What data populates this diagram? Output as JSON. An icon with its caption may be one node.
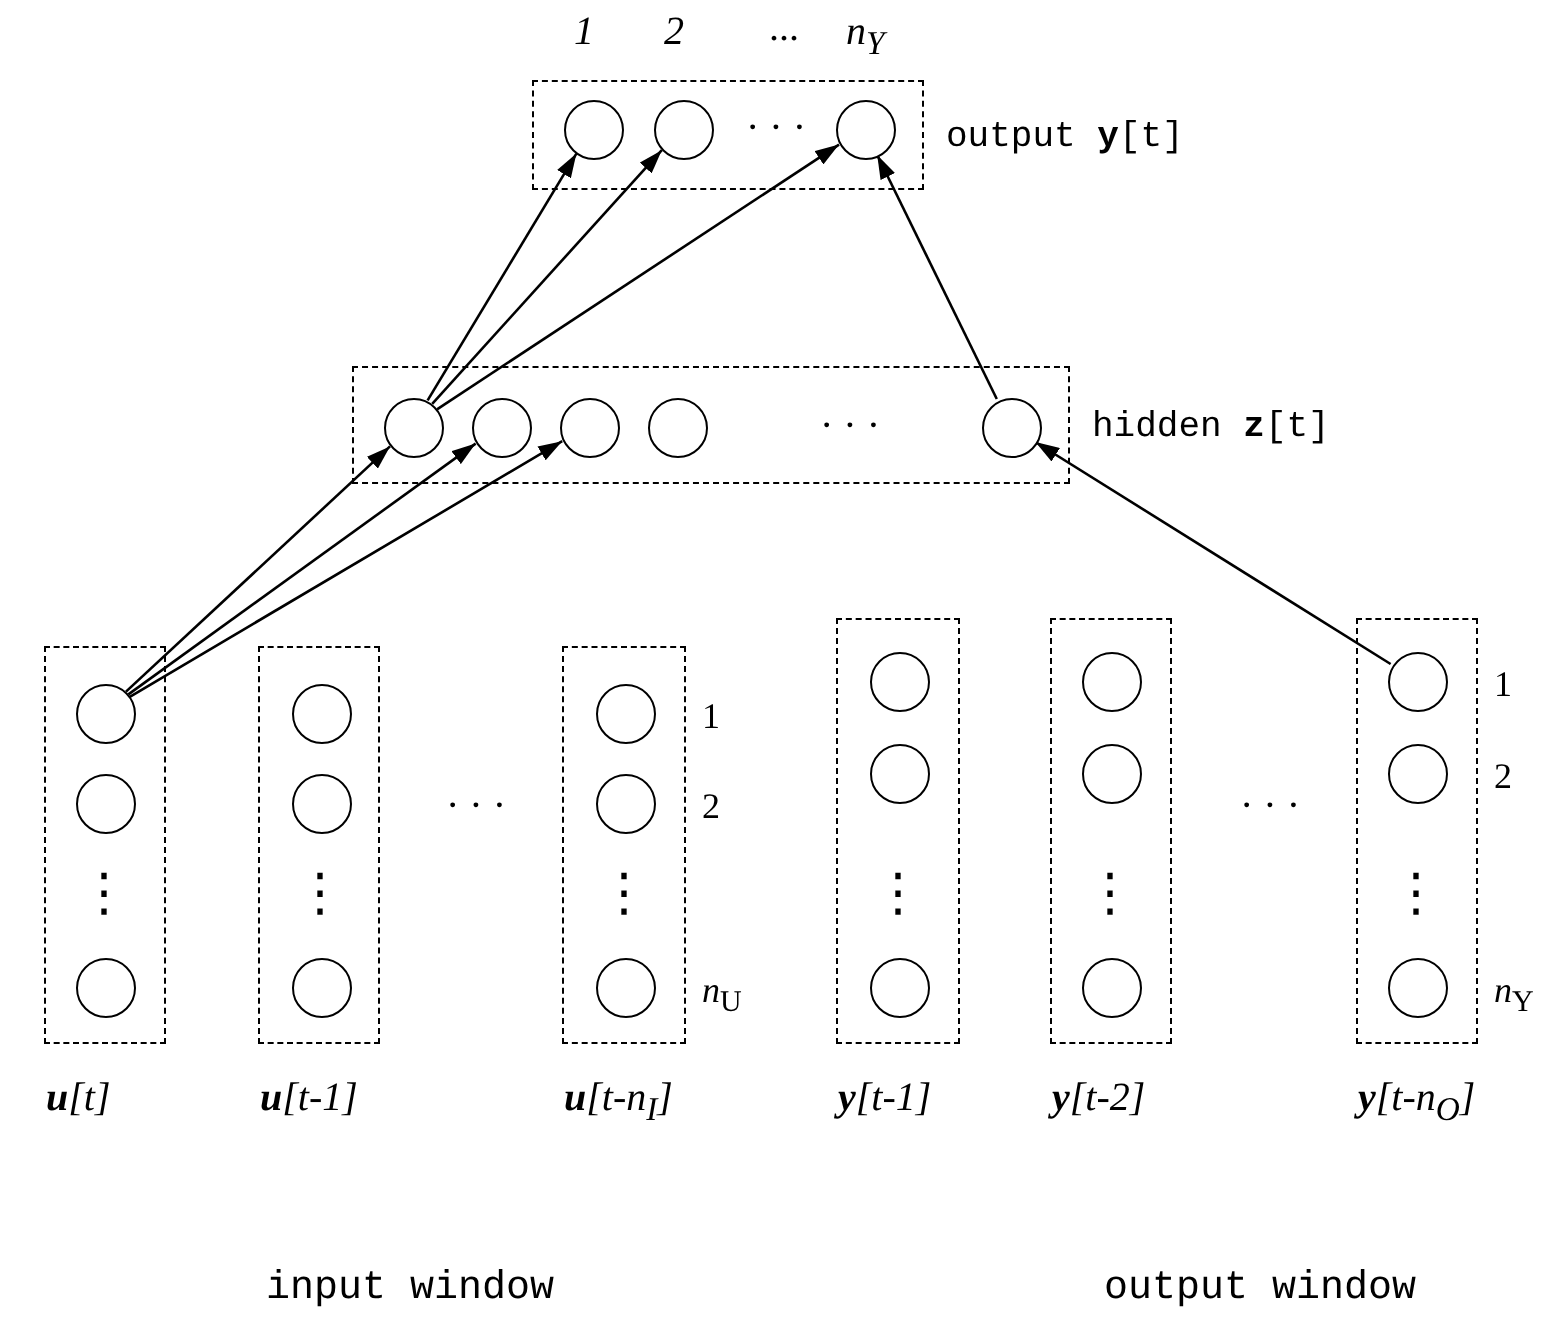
{
  "diagram": {
    "nodes": [
      {
        "text": [
          "output **y**[t]"
        ]
      },
      {
        "text": [],
        "shape": "circle",
        "in": 0,
        "beside": [
          "1"
        ]
      },
      {
        "text": [],
        "shape": "circle",
        "in": 0,
        "beside": [
          "2"
        ]
      },
      {
        "text": [],
        "shape": "circle",
        "in": 0,
        "beside": [
          "n$_{Y}$"
        ]
      },
      {
        "text": [
          "hidden **z**[t]"
        ]
      },
      {
        "text": [],
        "shape": "circle",
        "in": 4
      },
      {
        "text": [],
        "shape": "circle",
        "in": 4
      },
      {
        "text": [],
        "shape": "circle",
        "in": 4
      },
      {
        "text": [],
        "shape": "circle",
        "in": 4
      },
      {
        "text": [],
        "shape": "circle",
        "in": 4
      },
      {
        "text": [
          "**u**[t]"
        ]
      },
      {
        "text": [],
        "shape": "circle",
        "in": 10
      },
      {
        "text": [],
        "shape": "circle",
        "in": 10
      },
      {
        "text": [],
        "shape": "circle",
        "in": 10
      },
      {
        "text": [
          "**u**[t-1]"
        ]
      },
      {
        "text": [],
        "shape": "circle",
        "in": 14
      },
      {
        "text": [],
        "shape": "circle",
        "in": 14
      },
      {
        "text": [],
        "shape": "circle",
        "in": 14
      },
      {
        "text": [
          "**u**[t-n$_{I}$]"
        ]
      },
      {
        "text": [],
        "shape": "circle",
        "in": 18,
        "beside": [
          "1"
        ]
      },
      {
        "text": [],
        "shape": "circle",
        "in": 18,
        "beside": [
          "2"
        ]
      },
      {
        "text": [],
        "shape": "circle",
        "in": 18,
        "beside": [
          "*n*$_{U}$"
        ]
      },
      {
        "text": [
          "**y**[t-1]"
        ]
      },
      {
        "text": [],
        "shape": "circle",
        "in": 22
      },
      {
        "text": [],
        "shape": "circle",
        "in": 22
      },
      {
        "text": [],
        "shape": "circle",
        "in": 22
      },
      {
        "text": [
          "**y**[t-2]"
        ]
      },
      {
        "text": [],
        "shape": "circle",
        "in": 26
      },
      {
        "text": [],
        "shape": "circle",
        "in": 26
      },
      {
        "text": [],
        "shape": "circle",
        "in": 26
      },
      {
        "text": [
          "**y**[t-n$_{O}$]"
        ]
      },
      {
        "text": [],
        "shape": "circle",
        "in": 30,
        "beside": [
          "1"
        ]
      },
      {
        "text": [],
        "shape": "circle",
        "in": 30,
        "beside": [
          "2"
        ]
      },
      {
        "text": [],
        "shape": "circle",
        "in": 30,
        "beside": [
          "*n*$_{Y}$"
        ]
      }
    ],
    "edges": [
      {
        "from": 11,
        "to": 5,
        "arrow": "to"
      },
      {
        "from": 11,
        "to": 6,
        "arrow": "to"
      },
      {
        "from": 11,
        "to": 7,
        "arrow": "to"
      },
      {
        "from": 5,
        "to": 1,
        "arrow": "to"
      },
      {
        "from": 5,
        "to": 2,
        "arrow": "to"
      },
      {
        "from": 5,
        "to": 3,
        "arrow": "to"
      },
      {
        "from": 9,
        "to": 3,
        "arrow": "to"
      },
      {
        "from": 31,
        "to": 9,
        "arrow": "to"
      }
    ],
    "labels": [
      "...",
      "· · ·",
      "· · ·",
      "⋮",
      "⋮",
      "⋮",
      "· · ·",
      "⋮",
      "⋮",
      "⋮",
      "· · ·",
      "input window",
      "output window"
    ]
  }
}
